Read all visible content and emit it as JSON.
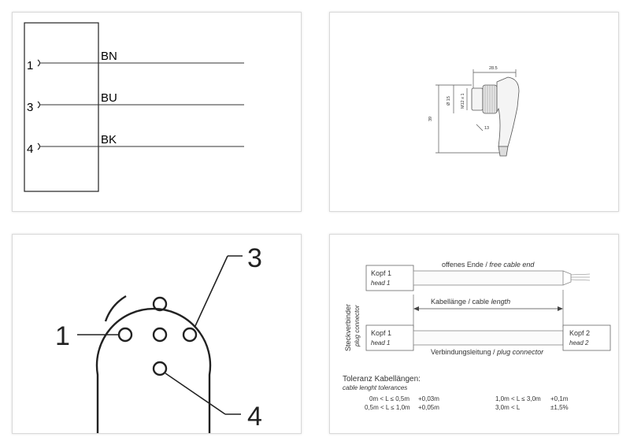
{
  "wiring": {
    "pins": [
      {
        "num": "1",
        "wire": "BN"
      },
      {
        "num": "3",
        "wire": "BU"
      },
      {
        "num": "4",
        "wire": "BK"
      }
    ]
  },
  "dimensions": {
    "width": "28.5",
    "height": "39",
    "diameter": "Ø 15",
    "thread": "M12 x 1",
    "wrench": "13"
  },
  "pinout": {
    "labels": [
      "1",
      "3",
      "4"
    ]
  },
  "cable": {
    "side_label": "Steckverbinder",
    "side_label_en": "plug connector",
    "head1": "Kopf 1",
    "head1_en": "head 1",
    "head1b": "Kopf 1",
    "head1b_en": "head 1",
    "head2": "Kopf 2",
    "head2_en": "head 2",
    "free_end": "offenes Ende / ",
    "free_end_en": "free cable end",
    "length": "Kabellänge / cable ",
    "length_en": "length",
    "connection": "Verbindungsleitung / ",
    "connection_en": "plug connector",
    "tol_title": "Toleranz Kabellängen:",
    "tol_subtitle": "cable lenght tolerances",
    "tolerances": [
      {
        "range": "0m < L ≤ 0,5m",
        "tol": "+0,03m"
      },
      {
        "range": "0,5m < L ≤ 1,0m",
        "tol": "+0,05m"
      },
      {
        "range": "1,0m < L ≤ 3,0m",
        "tol": "+0,1m"
      },
      {
        "range": "3,0m < L",
        "tol": "±1,5%"
      }
    ]
  }
}
